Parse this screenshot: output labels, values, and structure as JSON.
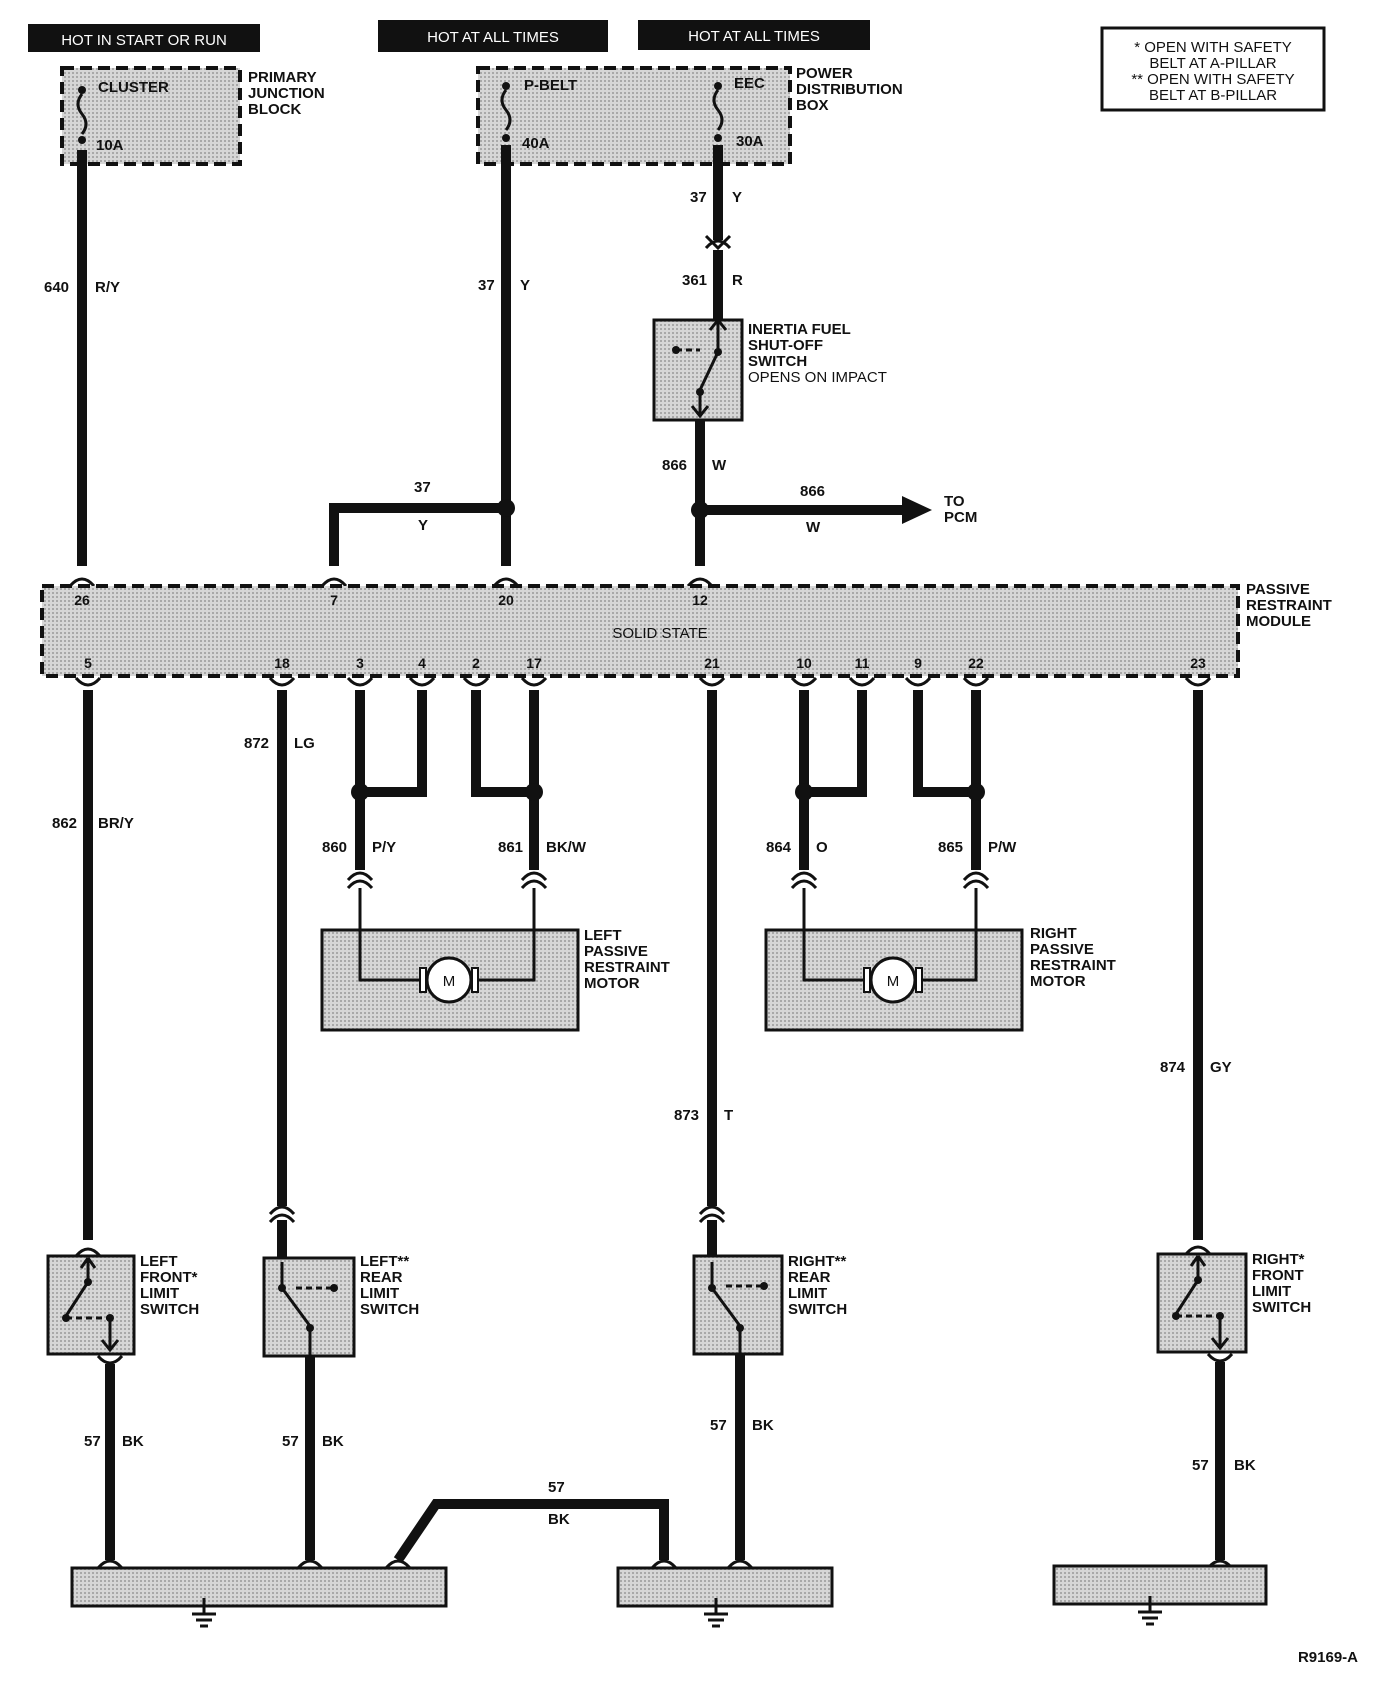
{
  "headers": {
    "hot_start_run": "HOT IN START OR RUN",
    "hot_all_times_1": "HOT AT ALL TIMES",
    "hot_all_times_2": "HOT AT ALL TIMES"
  },
  "legend": {
    "line1": "* OPEN WITH SAFETY",
    "line2": "BELT AT A-PILLAR",
    "line3": "** OPEN WITH SAFETY",
    "line4": "BELT AT B-PILLAR"
  },
  "primary_junction_block": {
    "label": [
      "PRIMARY",
      "JUNCTION",
      "BLOCK"
    ],
    "fuse_name": "CLUSTER",
    "fuse_rating": "10A"
  },
  "power_distribution_box": {
    "label": [
      "POWER",
      "DISTRIBUTION",
      "BOX"
    ],
    "fuse1_name": "P-BELT",
    "fuse1_rating": "40A",
    "fuse2_name": "EEC",
    "fuse2_rating": "30A"
  },
  "inertia_switch": {
    "label": [
      "INERTIA FUEL",
      "SHUT-OFF",
      "SWITCH",
      "OPENS ON IMPACT"
    ]
  },
  "pcm": {
    "label": [
      "TO",
      "PCM"
    ]
  },
  "module": {
    "label": [
      "PASSIVE",
      "RESTRAINT",
      "MODULE"
    ],
    "center_text": "SOLID STATE",
    "top_pins": [
      "26",
      "7",
      "20",
      "12"
    ],
    "bottom_pins": [
      "5",
      "18",
      "3",
      "4",
      "2",
      "17",
      "21",
      "10",
      "11",
      "9",
      "22",
      "23"
    ]
  },
  "wires": {
    "w640": {
      "num": "640",
      "color": "R/Y"
    },
    "w37a": {
      "num": "37",
      "color": "Y"
    },
    "w37b": {
      "num": "37",
      "color": "Y"
    },
    "w361": {
      "num": "361",
      "color": "R"
    },
    "w866": {
      "num": "866",
      "color": "W"
    },
    "w866pcm": {
      "num": "866",
      "color": "W"
    },
    "w37c": {
      "num": "37",
      "color": "Y"
    },
    "w862": {
      "num": "862",
      "color": "BR/Y"
    },
    "w872": {
      "num": "872",
      "color": "LG"
    },
    "w860": {
      "num": "860",
      "color": "P/Y"
    },
    "w861": {
      "num": "861",
      "color": "BK/W"
    },
    "w864": {
      "num": "864",
      "color": "O"
    },
    "w865": {
      "num": "865",
      "color": "P/W"
    },
    "w873": {
      "num": "873",
      "color": "T"
    },
    "w874": {
      "num": "874",
      "color": "GY"
    },
    "g1": {
      "num": "57",
      "color": "BK"
    },
    "g2": {
      "num": "57",
      "color": "BK"
    },
    "g3": {
      "num": "57",
      "color": "BK"
    },
    "g4": {
      "num": "57",
      "color": "BK"
    },
    "g5": {
      "num": "57",
      "color": "BK"
    }
  },
  "motors": {
    "left": {
      "label": [
        "LEFT",
        "PASSIVE",
        "RESTRAINT",
        "MOTOR"
      ],
      "symbol": "M"
    },
    "right": {
      "label": [
        "RIGHT",
        "PASSIVE",
        "RESTRAINT",
        "MOTOR"
      ],
      "symbol": "M"
    }
  },
  "switches": {
    "left_front": [
      "LEFT",
      "FRONT*",
      "LIMIT",
      "SWITCH"
    ],
    "left_rear": [
      "LEFT**",
      "REAR",
      "LIMIT",
      "SWITCH"
    ],
    "right_rear": [
      "RIGHT**",
      "REAR",
      "LIMIT",
      "SWITCH"
    ],
    "right_front": [
      "RIGHT*",
      "FRONT",
      "LIMIT",
      "SWITCH"
    ]
  },
  "figure_id": "R9169-A"
}
